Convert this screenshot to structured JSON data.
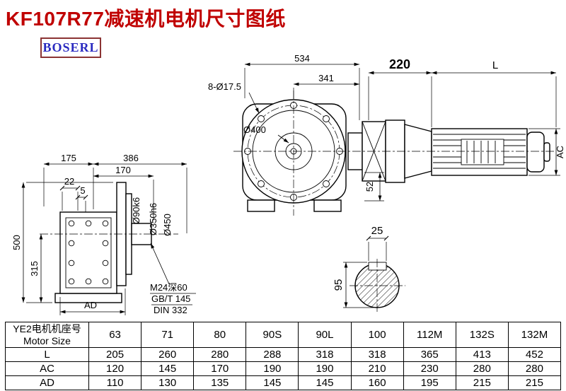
{
  "header": {
    "title": "KF107R77减速机电机尺寸图纸",
    "logo": "BOSERL"
  },
  "colors": {
    "title_red": "#c00000",
    "logo_blue": "#2a2ac0",
    "logo_border": "#8b3333"
  },
  "drawing": {
    "front_view": {
      "dim_overall_width": "534",
      "dim_center_to_flange": "341",
      "bolt_holes": "8-Ø17.5",
      "flange_circle": "Ø400",
      "dim_adapter_length": "220",
      "dim_motor_length": "L",
      "dim_motor_height": "AC",
      "dim_shaft_len": "52"
    },
    "side_view": {
      "dim_width_left": "175",
      "dim_width_right": "386",
      "dim_flange_to_shaft_end": "170",
      "dim_flange_thickness": "22",
      "dim_gap": "5",
      "dim_overall_height": "500",
      "dim_axis_height": "315",
      "shaft_diameter": "Ø90k6",
      "spigot_diameter": "Ø350h6",
      "flange_diameter": "Ø450",
      "dim_ad": "AD",
      "tapped_hole_note": "M24深60",
      "standard_note_1": "GB/T 145",
      "standard_note_2": "DIN 332"
    },
    "section_view": {
      "dim_key_width": "25",
      "dim_key_height": "95"
    }
  },
  "table": {
    "motor_size_label_cn": "YE2电机机座号",
    "motor_size_label_en": "Motor Size",
    "sizes": [
      "63",
      "71",
      "80",
      "90S",
      "90L",
      "100",
      "112M",
      "132S",
      "132M"
    ],
    "l_label": "L",
    "l_values": [
      "205",
      "260",
      "280",
      "288",
      "318",
      "318",
      "365",
      "413",
      "452"
    ],
    "ac_label": "AC",
    "ac_values": [
      "120",
      "145",
      "170",
      "190",
      "190",
      "210",
      "230",
      "280",
      "280"
    ],
    "ad_label": "AD",
    "ad_values": [
      "110",
      "130",
      "135",
      "145",
      "145",
      "160",
      "195",
      "215",
      "215"
    ]
  }
}
